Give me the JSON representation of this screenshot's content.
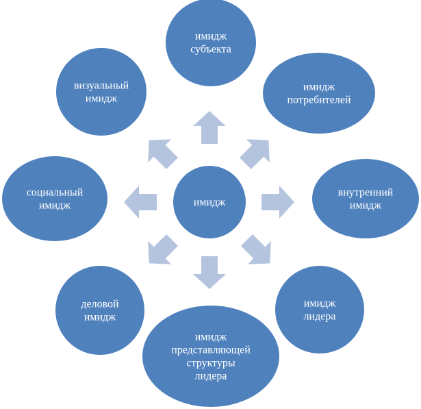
{
  "colors": {
    "node_fill": "#4f81bd",
    "arrow_fill": "#b4c4de",
    "text": "#ffffff"
  },
  "center": {
    "label_lines": [
      "имидж"
    ]
  },
  "nodes": [
    {
      "id": "subject",
      "direction": "up",
      "label_lines": [
        "имидж",
        "субъекта"
      ]
    },
    {
      "id": "consumers",
      "direction": "up-right",
      "label_lines": [
        "имидж",
        "потребителей"
      ]
    },
    {
      "id": "internal",
      "direction": "right",
      "label_lines": [
        "внутренний",
        "имидж"
      ]
    },
    {
      "id": "leader",
      "direction": "down-right",
      "label_lines": [
        "имидж",
        "лидера"
      ]
    },
    {
      "id": "structure",
      "direction": "down",
      "label_lines": [
        "имидж",
        "представляющей",
        "структуры",
        "лидера"
      ]
    },
    {
      "id": "business",
      "direction": "down-left",
      "label_lines": [
        "деловой",
        "имидж"
      ]
    },
    {
      "id": "social",
      "direction": "left",
      "label_lines": [
        "социальный",
        "имидж"
      ]
    },
    {
      "id": "visual",
      "direction": "up-left",
      "label_lines": [
        "визуальный",
        "имидж"
      ]
    }
  ]
}
